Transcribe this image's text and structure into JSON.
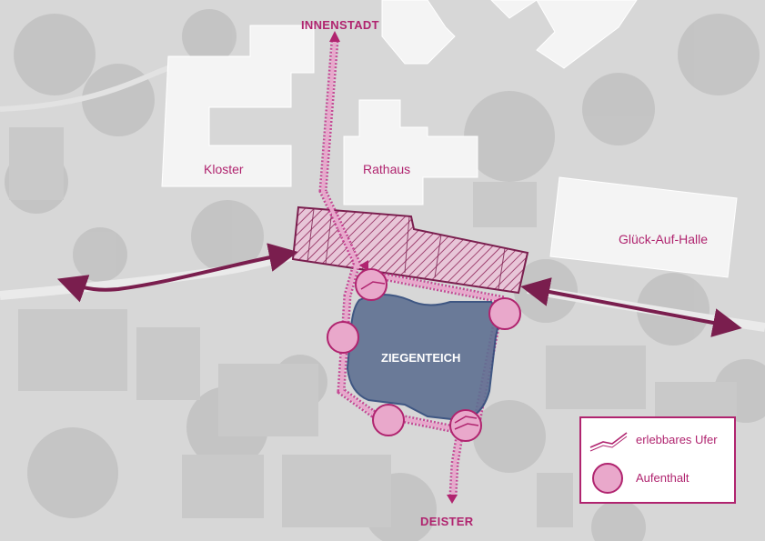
{
  "labels": {
    "kloster": "Kloster",
    "rathaus": "Rathaus",
    "glueck_auf_halle": "Glück-Auf-Halle",
    "innenstadt": "INNENSTADT",
    "deister": "DEISTER",
    "ziegenteich": "ZIEGENTEICH"
  },
  "legend": {
    "ufer": "erlebbares Ufer",
    "aufenthalt": "Aufenthalt"
  },
  "colors": {
    "accent": "#b0246f",
    "accent_light": "#e9a8cb",
    "pond": "#5d6f8f",
    "building": "#f4f4f4",
    "aerial": "#d6d6d6"
  },
  "icons": {
    "ufer": "zigzag-line-icon",
    "aufenthalt": "circle-area-icon"
  }
}
